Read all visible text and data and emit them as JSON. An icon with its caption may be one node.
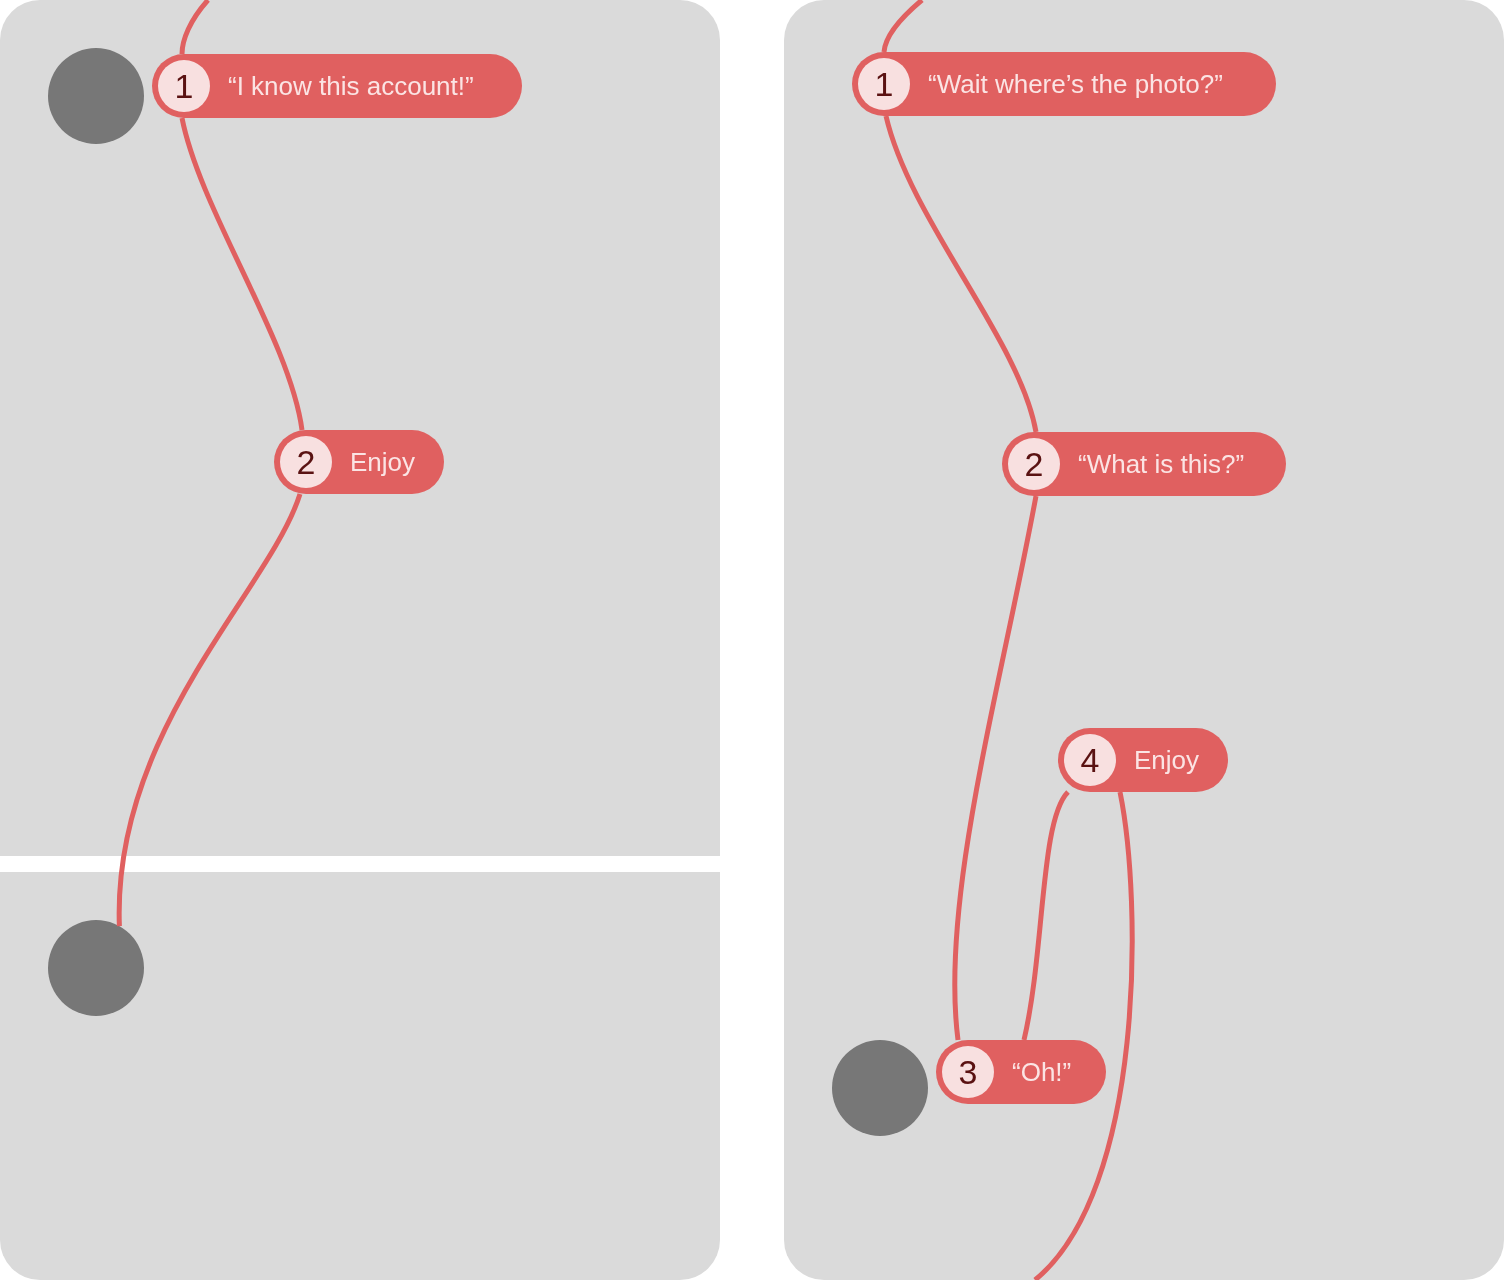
{
  "diagram": {
    "nodes": [
      {
        "text": [],
        "shape": "circle"
      },
      {
        "text": [
          "1",
          "“I know this account!”"
        ]
      },
      {
        "text": [
          "2",
          "Enjoy"
        ]
      },
      {
        "text": [],
        "shape": "circle"
      },
      {
        "text": [
          "1",
          "“Wait where’s the photo?”"
        ]
      },
      {
        "text": [
          "2",
          "“What is this?”"
        ]
      },
      {
        "text": [
          "4",
          "Enjoy"
        ]
      },
      {
        "text": [],
        "shape": "circle"
      },
      {
        "text": [
          "3",
          "“Oh!”"
        ]
      }
    ],
    "edges": [
      {
        "from": null,
        "to": 1,
        "arrow": "none"
      },
      {
        "from": 1,
        "to": 2,
        "arrow": "none"
      },
      {
        "from": 2,
        "to": 3,
        "arrow": "none"
      },
      {
        "from": null,
        "to": 4,
        "arrow": "none"
      },
      {
        "from": 4,
        "to": 5,
        "arrow": "none"
      },
      {
        "from": 5,
        "to": 8,
        "arrow": "none"
      },
      {
        "from": 8,
        "to": 6,
        "arrow": "none"
      },
      {
        "from": 6,
        "to": null,
        "arrow": "none"
      }
    ]
  }
}
